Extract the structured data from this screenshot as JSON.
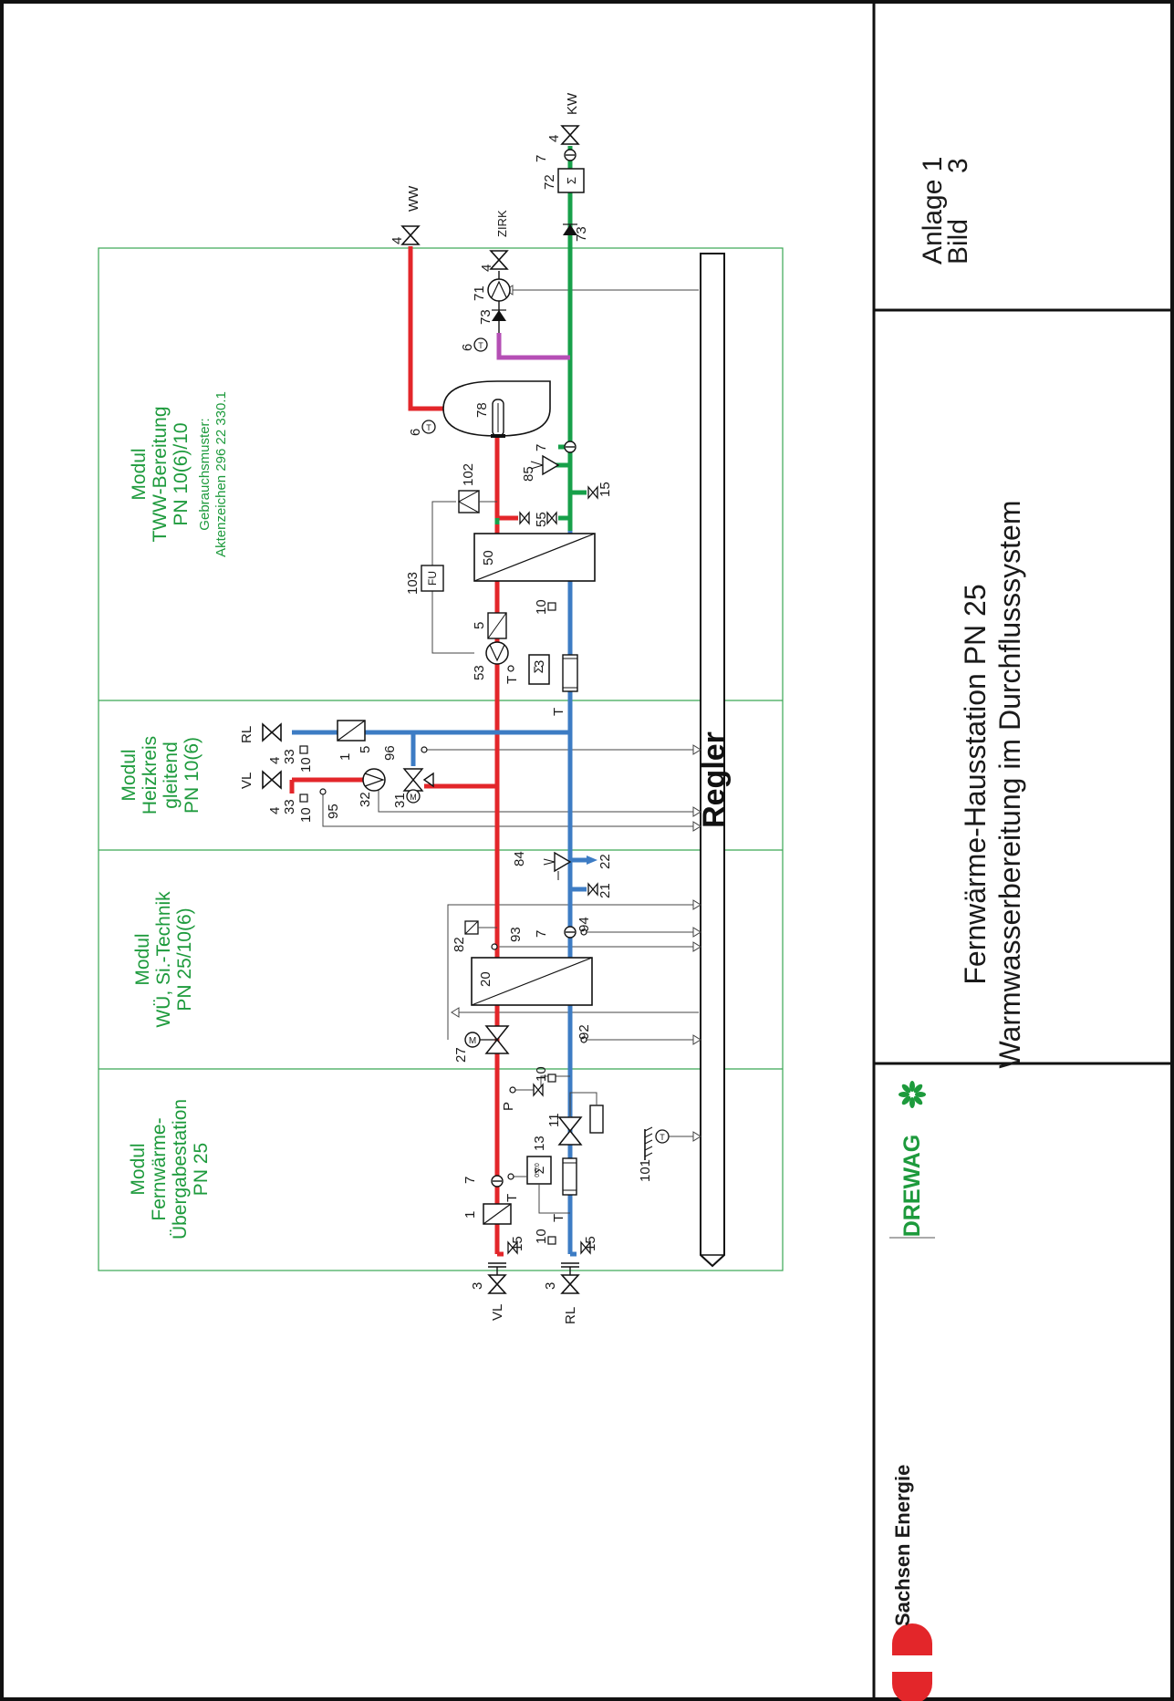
{
  "title": {
    "line1": "Fernwärme-Hausstation PN 25",
    "line2": "Warmwasserbereitung im Durchflusssystem"
  },
  "plate": {
    "anlage": "Anlage 1",
    "bild": "Bild",
    "bild_no": "3"
  },
  "logos": {
    "sachsen_energie": "Sachsen Energie",
    "drewag": "DREWAG"
  },
  "controller_label": "Regler",
  "modules": [
    {
      "lines": [
        "Modul",
        "Fernwärme-",
        "Übergabestation",
        "PN 25"
      ]
    },
    {
      "lines": [
        "Modul",
        "WÜ, Si.-Technik",
        "PN 25/10(6)"
      ]
    },
    {
      "lines": [
        "Modul",
        "Heizkreis",
        "gleitend",
        "PN 10(6)"
      ]
    },
    {
      "lines": [
        "Modul",
        "TWW-Bereitung",
        "PN 10(6)/10"
      ],
      "note": [
        "Gebrauchsmuster:",
        "Aktenzeichen 296 22 330.1"
      ]
    }
  ],
  "connections": {
    "vl": "VL",
    "rl": "RL",
    "ww": "WW",
    "zirk": "ZIRK",
    "kw": "KW",
    "fu": "FU"
  },
  "symbols": {
    "tv": "T",
    "tr": "T",
    "pv": "P",
    "sub_v": "V",
    "sub_r": "R",
    "thermo": "T",
    "motor": "M",
    "meter": "0.0.0",
    "sigma": "Σ",
    "sigma_w": "W",
    "sigma_m": "m"
  },
  "item_numbers": {
    "n1": "1",
    "n3": "3",
    "n4": "4",
    "n5": "5",
    "n6": "6",
    "n7": "7",
    "n10": "10",
    "n11": "11",
    "n13": "13",
    "n15": "15",
    "n20": "20",
    "n21": "21",
    "n22": "22",
    "n27": "27",
    "n31": "31",
    "n32": "32",
    "n33": "33",
    "n50": "50",
    "n53": "53",
    "n55": "55",
    "n71": "71",
    "n72": "72",
    "n73": "73",
    "n78": "78",
    "n82": "82",
    "n84": "84",
    "n85": "85",
    "n92": "92",
    "n93": "93",
    "n94": "94",
    "n95": "95",
    "n96": "96",
    "n101": "101",
    "n102": "102",
    "n103": "103"
  },
  "colors": {
    "supply": "#e3262a",
    "return": "#3d7cc4",
    "cold_water": "#17a04a",
    "circulation": "#b54fb5",
    "module_frame": "#3aa653",
    "sachsen_red": "#e3262a",
    "drewag_green": "#1d9a3c"
  }
}
